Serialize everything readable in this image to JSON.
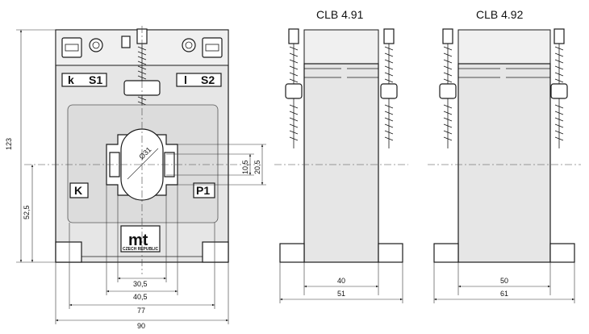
{
  "titles": {
    "model_a": "CLB 4.91",
    "model_b": "CLB 4.92"
  },
  "terminals": {
    "k_s1_k": "k",
    "k_s1_s": "S1",
    "l_s2_l": "l",
    "l_s2_s": "S2",
    "primary_k": "K",
    "primary_p1": "P1"
  },
  "logo": {
    "text": "CZECH REPUBLIC"
  },
  "front_dims": {
    "height_total": "123",
    "height_center": "52,5",
    "diameter": "Ø31",
    "slot_small": "10,5",
    "slot_large": "20,5",
    "w_30_5": "30,5",
    "w_40_5": "40,5",
    "w_77": "77",
    "w_90": "90"
  },
  "side_a_dims": {
    "inner": "40",
    "outer": "51"
  },
  "side_b_dims": {
    "inner": "50",
    "outer": "61"
  }
}
